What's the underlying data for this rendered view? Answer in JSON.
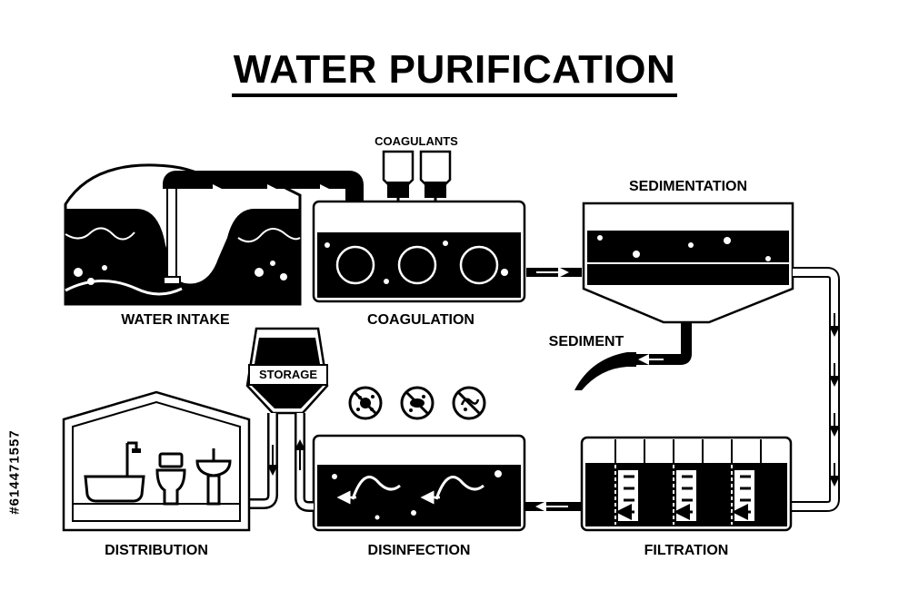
{
  "title": "WATER PURIFICATION",
  "stock_id": "#614471557",
  "labels": {
    "coagulants": "COAGULANTS",
    "water_intake": "WATER INTAKE",
    "coagulation": "COAGULATION",
    "sedimentation": "SEDIMENTATION",
    "sediment": "SEDIMENT",
    "storage": "STORAGE",
    "distribution": "DISTRIBUTION",
    "disinfection": "DISINFECTION",
    "filtration": "FILTRATION"
  },
  "icons": [
    "virus-prohibited-icon",
    "bacteria-prohibited-icon",
    "germ-prohibited-icon"
  ],
  "colors": {
    "ink": "#000000",
    "paper": "#ffffff"
  }
}
